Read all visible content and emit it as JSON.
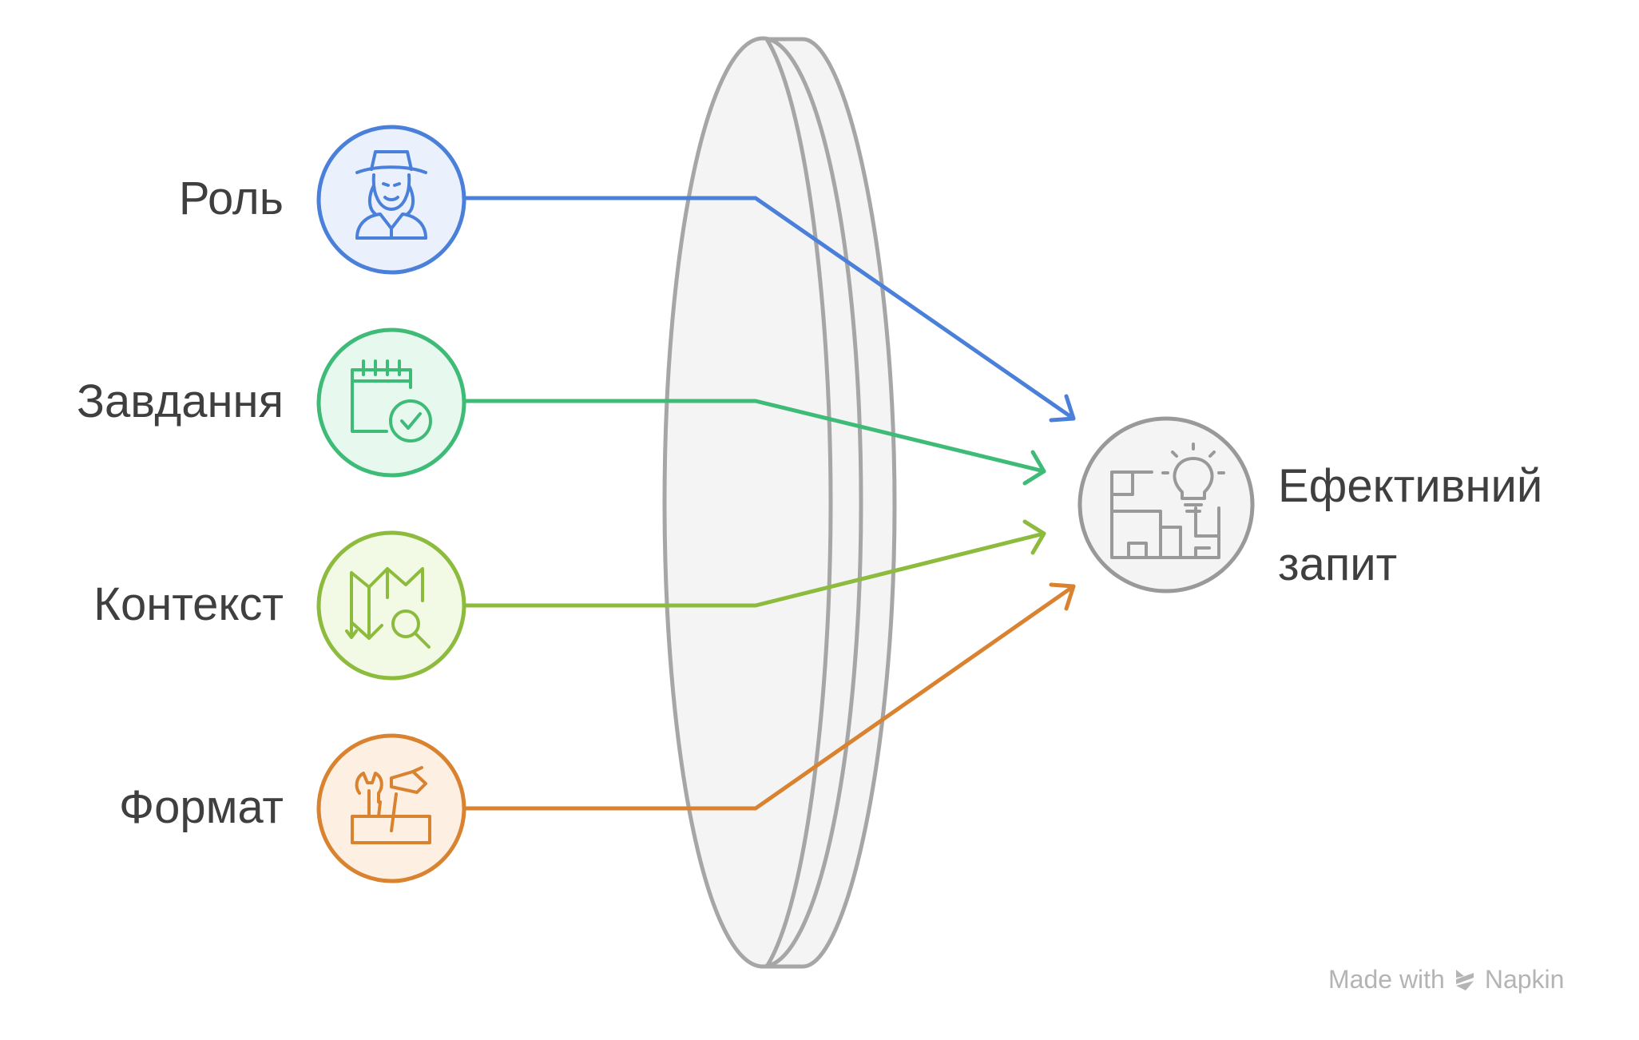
{
  "inputs": [
    {
      "label": "Роль",
      "icon": "cowboy-person-icon",
      "color": "#4a80d9",
      "fill": "#eaf1fc"
    },
    {
      "label": "Завдання",
      "icon": "calendar-check-icon",
      "color": "#3fbb78",
      "fill": "#e7f8ef"
    },
    {
      "label": "Контекст",
      "icon": "map-search-icon",
      "color": "#8dbb3e",
      "fill": "#f2fae5"
    },
    {
      "label": "Формат",
      "icon": "toolbox-icon",
      "color": "#d9822f",
      "fill": "#fdf0e3"
    }
  ],
  "result": {
    "label_line1": "Ефективний",
    "label_line2": "запит",
    "icon": "blueprint-lightbulb-icon",
    "color": "#999999",
    "fill": "#f4f4f4"
  },
  "lens": {
    "color": "#a6a6a6",
    "fill": "#f4f4f4"
  },
  "watermark": {
    "prefix": "Made with",
    "brand": "Napkin"
  }
}
